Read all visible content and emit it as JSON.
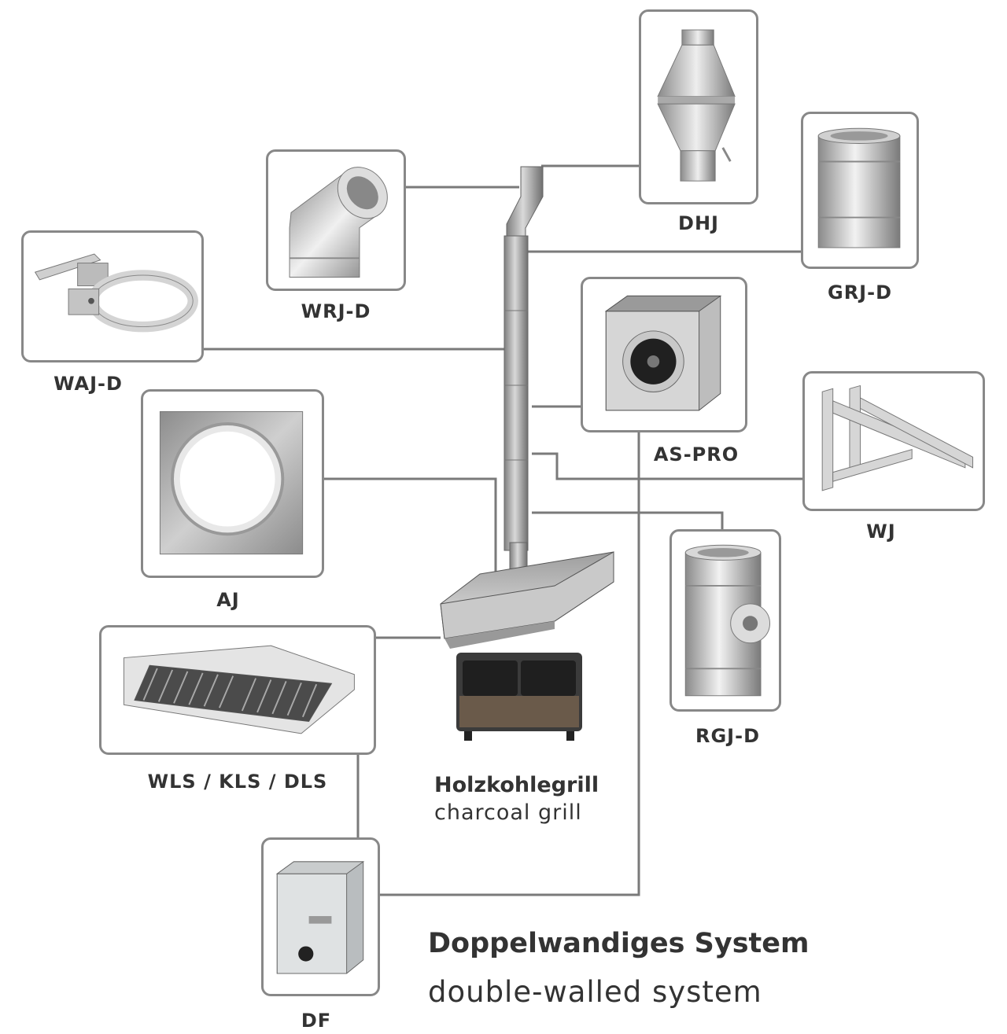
{
  "components": {
    "dhj": "DHJ",
    "grj_d": "GRJ-D",
    "wrj_d": "WRJ-D",
    "waj_d": "WAJ-D",
    "as_pro": "AS-PRO",
    "wj": "WJ",
    "aj": "AJ",
    "rgj_d": "RGJ-D",
    "wls_kls_dls": "WLS / KLS / DLS",
    "df": "DF"
  },
  "grill": {
    "name_de": "Holzkohlegrill",
    "name_en": "charcoal grill"
  },
  "system": {
    "title_de": "Doppelwandiges System",
    "title_en": "double-walled system"
  },
  "colors": {
    "line": "#7a7a7a",
    "border": "#888888",
    "steel_light": "#e6e6e6",
    "steel_mid": "#b8b8b8",
    "steel_dark": "#8a8a8a",
    "text": "#333333"
  },
  "icons": [
    "chimney-cowl-icon",
    "pipe-section-icon",
    "elbow-pipe-icon",
    "wall-bracket-icon",
    "fan-box-icon",
    "wall-console-icon",
    "connection-plate-icon",
    "tee-pipe-icon",
    "hood-icon",
    "speed-controller-icon",
    "chimney-pipe-icon",
    "grill-hood-icon",
    "charcoal-grill-icon"
  ]
}
